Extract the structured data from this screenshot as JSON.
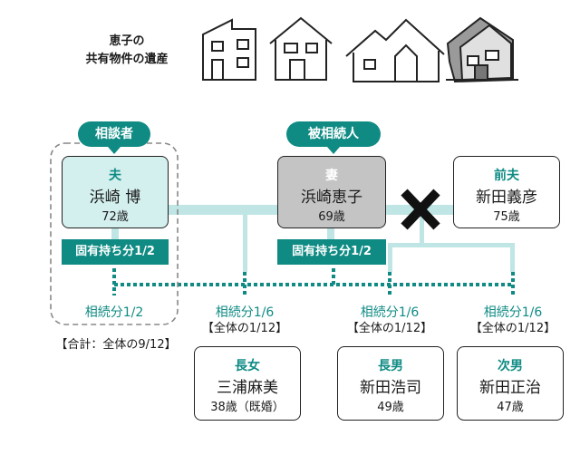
{
  "houses_caption": [
    "恵子の",
    "共有物件の遺産"
  ],
  "labels": {
    "consultant": "相談者",
    "decedent": "被相続人"
  },
  "persons": {
    "husband": {
      "role": "夫",
      "name": "浜崎 博",
      "age": "72歳"
    },
    "wife": {
      "role": "妻",
      "name": "浜崎恵子",
      "age": "69歳"
    },
    "ex_husband": {
      "role": "前夫",
      "name": "新田義彦",
      "age": "75歳"
    },
    "eldest_daughter": {
      "role": "長女",
      "name": "三浦麻美",
      "age": "38歳（既婚）"
    },
    "eldest_son": {
      "role": "長男",
      "name": "新田浩司",
      "age": "49歳"
    },
    "second_son": {
      "role": "次男",
      "name": "新田正治",
      "age": "47歳"
    }
  },
  "own_shares": {
    "husband": "固有持ち分1/2",
    "wife": "固有持ち分1/2"
  },
  "inheritance": {
    "husband": "相続分1/2",
    "husband_total": "【合計：全体の9/12】",
    "daughter": "相続分1/6",
    "daughter_whole": "【全体の1/12】",
    "eldest_son": "相続分1/6",
    "eldest_son_whole": "【全体の1/12】",
    "second_son": "相続分1/6",
    "second_son_whole": "【全体の1/12】"
  },
  "colors": {
    "teal": "#0f8b84",
    "light_teal_line": "#bfe6e4",
    "husband_card": "#d3efee",
    "wife_card": "#c4c4c4"
  }
}
